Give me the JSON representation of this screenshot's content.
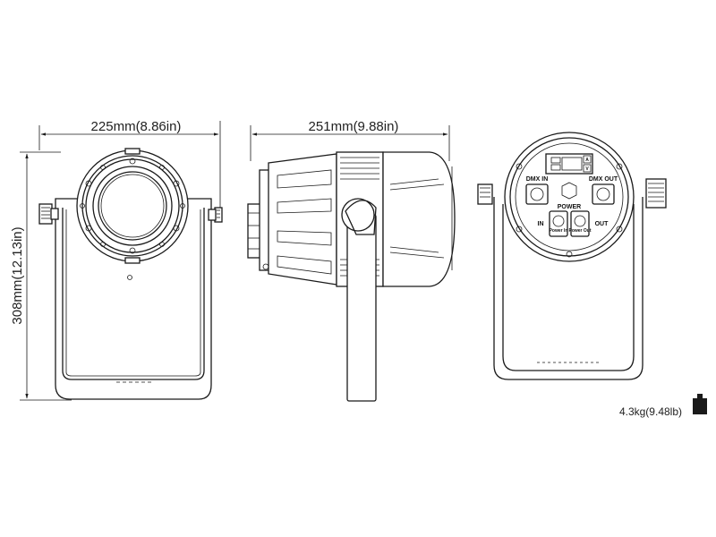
{
  "dimensions": {
    "front_width": "225mm(8.86in)",
    "side_depth": "251mm(9.88in)",
    "height": "308mm(12.13in)"
  },
  "weight": {
    "label": "4.3kg(9.48lb)",
    "icon": "weight-icon"
  },
  "rear_panel": {
    "dmx_in": "DMX IN",
    "dmx_out": "DMX OUT",
    "power": "POWER",
    "in": "IN",
    "out": "OUT",
    "power_in": "Power In",
    "power_out": "Power Out",
    "display_buttons": [
      "A",
      "V"
    ]
  }
}
